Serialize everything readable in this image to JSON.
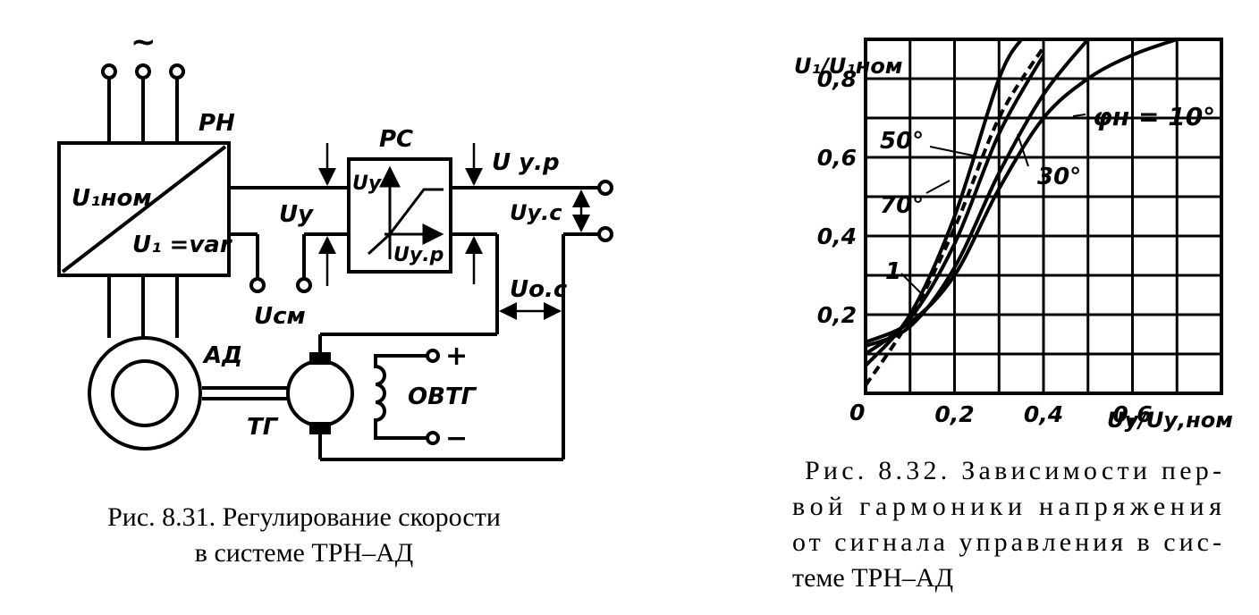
{
  "figure_left": {
    "caption_line1": "Рис. 8.31. Регулирование скорости",
    "caption_line2": "в системе ТРН–АД",
    "labels": {
      "ac_symbol": "~",
      "rn": "РН",
      "rs": "РС",
      "u1nom": "U₁ном",
      "u1var": "U₁ =var",
      "uy": "Uу",
      "ucm": "Uсм",
      "uyp_out": "U у.р",
      "uyc": "Uу.с",
      "uoc": "Uо.с",
      "ad": "АД",
      "tg": "ТГ",
      "ovtg": "ОВТГ",
      "plus": "+",
      "minus": "−",
      "block_uy": "Uу",
      "block_uyp": "Uу.р"
    }
  },
  "figure_right": {
    "caption_lines": [
      "Рис. 8.32. Зависимости пер-",
      "вой гармоники напряжения",
      "от сигнала управления в сис-",
      "теме ТРН–АД"
    ],
    "chart_data": {
      "type": "line",
      "ylabel": "U₁/U₁ном",
      "xlabel": "Uу/Uу,ном",
      "origin_label": "0",
      "xlim": [
        0,
        0.8
      ],
      "ylim": [
        0,
        0.9
      ],
      "x_ticks": [
        "0,2",
        "0,4",
        "0,6"
      ],
      "y_ticks": [
        "0,2",
        "0,4",
        "0,6",
        "0,8"
      ],
      "grid": true,
      "series": [
        {
          "name": "φн = 10°",
          "x": [
            0,
            0.1,
            0.2,
            0.3,
            0.4,
            0.5,
            0.6,
            0.7
          ],
          "y": [
            0.13,
            0.18,
            0.3,
            0.52,
            0.7,
            0.8,
            0.86,
            0.9
          ]
        },
        {
          "name": "30°",
          "x": [
            0,
            0.1,
            0.2,
            0.3,
            0.4,
            0.5
          ],
          "y": [
            0.12,
            0.17,
            0.32,
            0.56,
            0.76,
            0.9
          ]
        },
        {
          "name": "50°",
          "x": [
            0,
            0.1,
            0.2,
            0.3,
            0.4
          ],
          "y": [
            0.1,
            0.19,
            0.38,
            0.66,
            0.86
          ]
        },
        {
          "name": "70°",
          "x": [
            0,
            0.1,
            0.2,
            0.3,
            0.35
          ],
          "y": [
            0.07,
            0.2,
            0.45,
            0.8,
            0.92
          ]
        },
        {
          "name": "1",
          "x": [
            0,
            0.1,
            0.2,
            0.3,
            0.4
          ],
          "y": [
            0.02,
            0.19,
            0.42,
            0.7,
            0.88
          ]
        }
      ],
      "series_labels": {
        "phi": "φн = 10°",
        "s30": "30°",
        "s50": "50°",
        "s70": "70°",
        "s1": "1"
      }
    }
  }
}
